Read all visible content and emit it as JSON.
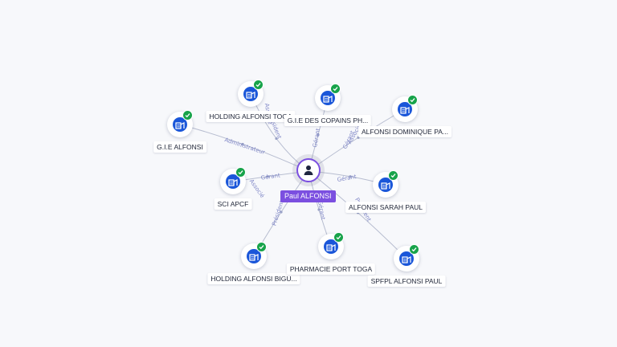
{
  "person": {
    "name": "Paul ALFONSI",
    "icon": "person-icon"
  },
  "colors": {
    "accent": "#7b4fe0",
    "company_icon": "#1a56d9",
    "verified": "#17a34a",
    "edge": "#b7bdd0",
    "edge_label": "#7f86c6"
  },
  "companies": [
    {
      "id": "holding-toga",
      "name": "HOLDING ALFONSI TOGA",
      "icon": "building-icon",
      "verified": true
    },
    {
      "id": "gie-copains",
      "name": "G.I.E DES COPAINS PH...",
      "icon": "building-icon",
      "verified": true
    },
    {
      "id": "dominique",
      "name": "ALFONSI DOMINIQUE PA...",
      "icon": "building-icon",
      "verified": true
    },
    {
      "id": "gie-alfonsi",
      "name": "G.I.E ALFONSI",
      "icon": "building-icon",
      "verified": true
    },
    {
      "id": "sci-apcf",
      "name": "SCI APCF",
      "icon": "building-icon",
      "verified": true
    },
    {
      "id": "sarah",
      "name": "ALFONSI SARAH PAUL",
      "icon": "building-icon",
      "verified": true
    },
    {
      "id": "holding-bigu",
      "name": "HOLDING ALFONSI BIGU...",
      "icon": "building-icon",
      "verified": true
    },
    {
      "id": "pharmacie",
      "name": "PHARMACIE PORT TOGA",
      "icon": "building-icon",
      "verified": true
    },
    {
      "id": "spfpl",
      "name": "SPFPL ALFONSI PAUL",
      "icon": "building-icon",
      "verified": true
    }
  ],
  "relations": {
    "holding-toga": [
      "Président",
      "Associé"
    ],
    "gie-copains": [
      "Gérant"
    ],
    "dominique": [
      "Gérant",
      "Associé"
    ],
    "gie-alfonsi": [
      "Administrateur"
    ],
    "sci-apcf": [
      "Gérant",
      "Associé"
    ],
    "sarah": [
      "Gérant"
    ],
    "holding-bigu": [
      "Président"
    ],
    "pharmacie": [
      "Gérant"
    ],
    "spfpl": [
      "Président"
    ]
  }
}
